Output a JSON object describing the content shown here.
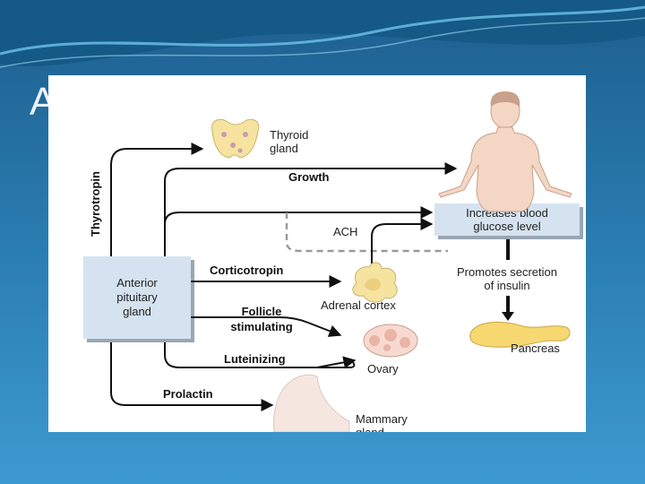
{
  "slide": {
    "title_visible": "A"
  },
  "diagram": {
    "source_box": [
      "Anterior",
      "pituitary",
      "gland"
    ],
    "hormones": {
      "thyrotropin": "Thyrotropin",
      "growth": "Growth",
      "corticotropin": "Corticotropin",
      "follicle": [
        "Follicle",
        "stimulating"
      ],
      "luteinizing": "Luteinizing",
      "prolactin": "Prolactin"
    },
    "targets": {
      "thyroid": [
        "Thyroid",
        "gland"
      ],
      "adrenal": "Adrenal cortex",
      "ovary": "Ovary",
      "mammary": [
        "Mammary",
        "gland"
      ],
      "pancreas": "Pancreas"
    },
    "effects": {
      "glucose_box": [
        "Increases blood",
        "glucose level"
      ],
      "ach": "ACH",
      "insulin": [
        "Promotes secretion",
        "of insulin"
      ]
    },
    "colors": {
      "box_fill": "#d5e3f0",
      "box_shadow": "#9aa6b2",
      "arrow": "#111111",
      "dashed": "#9a9a9a",
      "gland_yellow": "#f6e3a0",
      "skin": "#f3d6c4"
    }
  }
}
